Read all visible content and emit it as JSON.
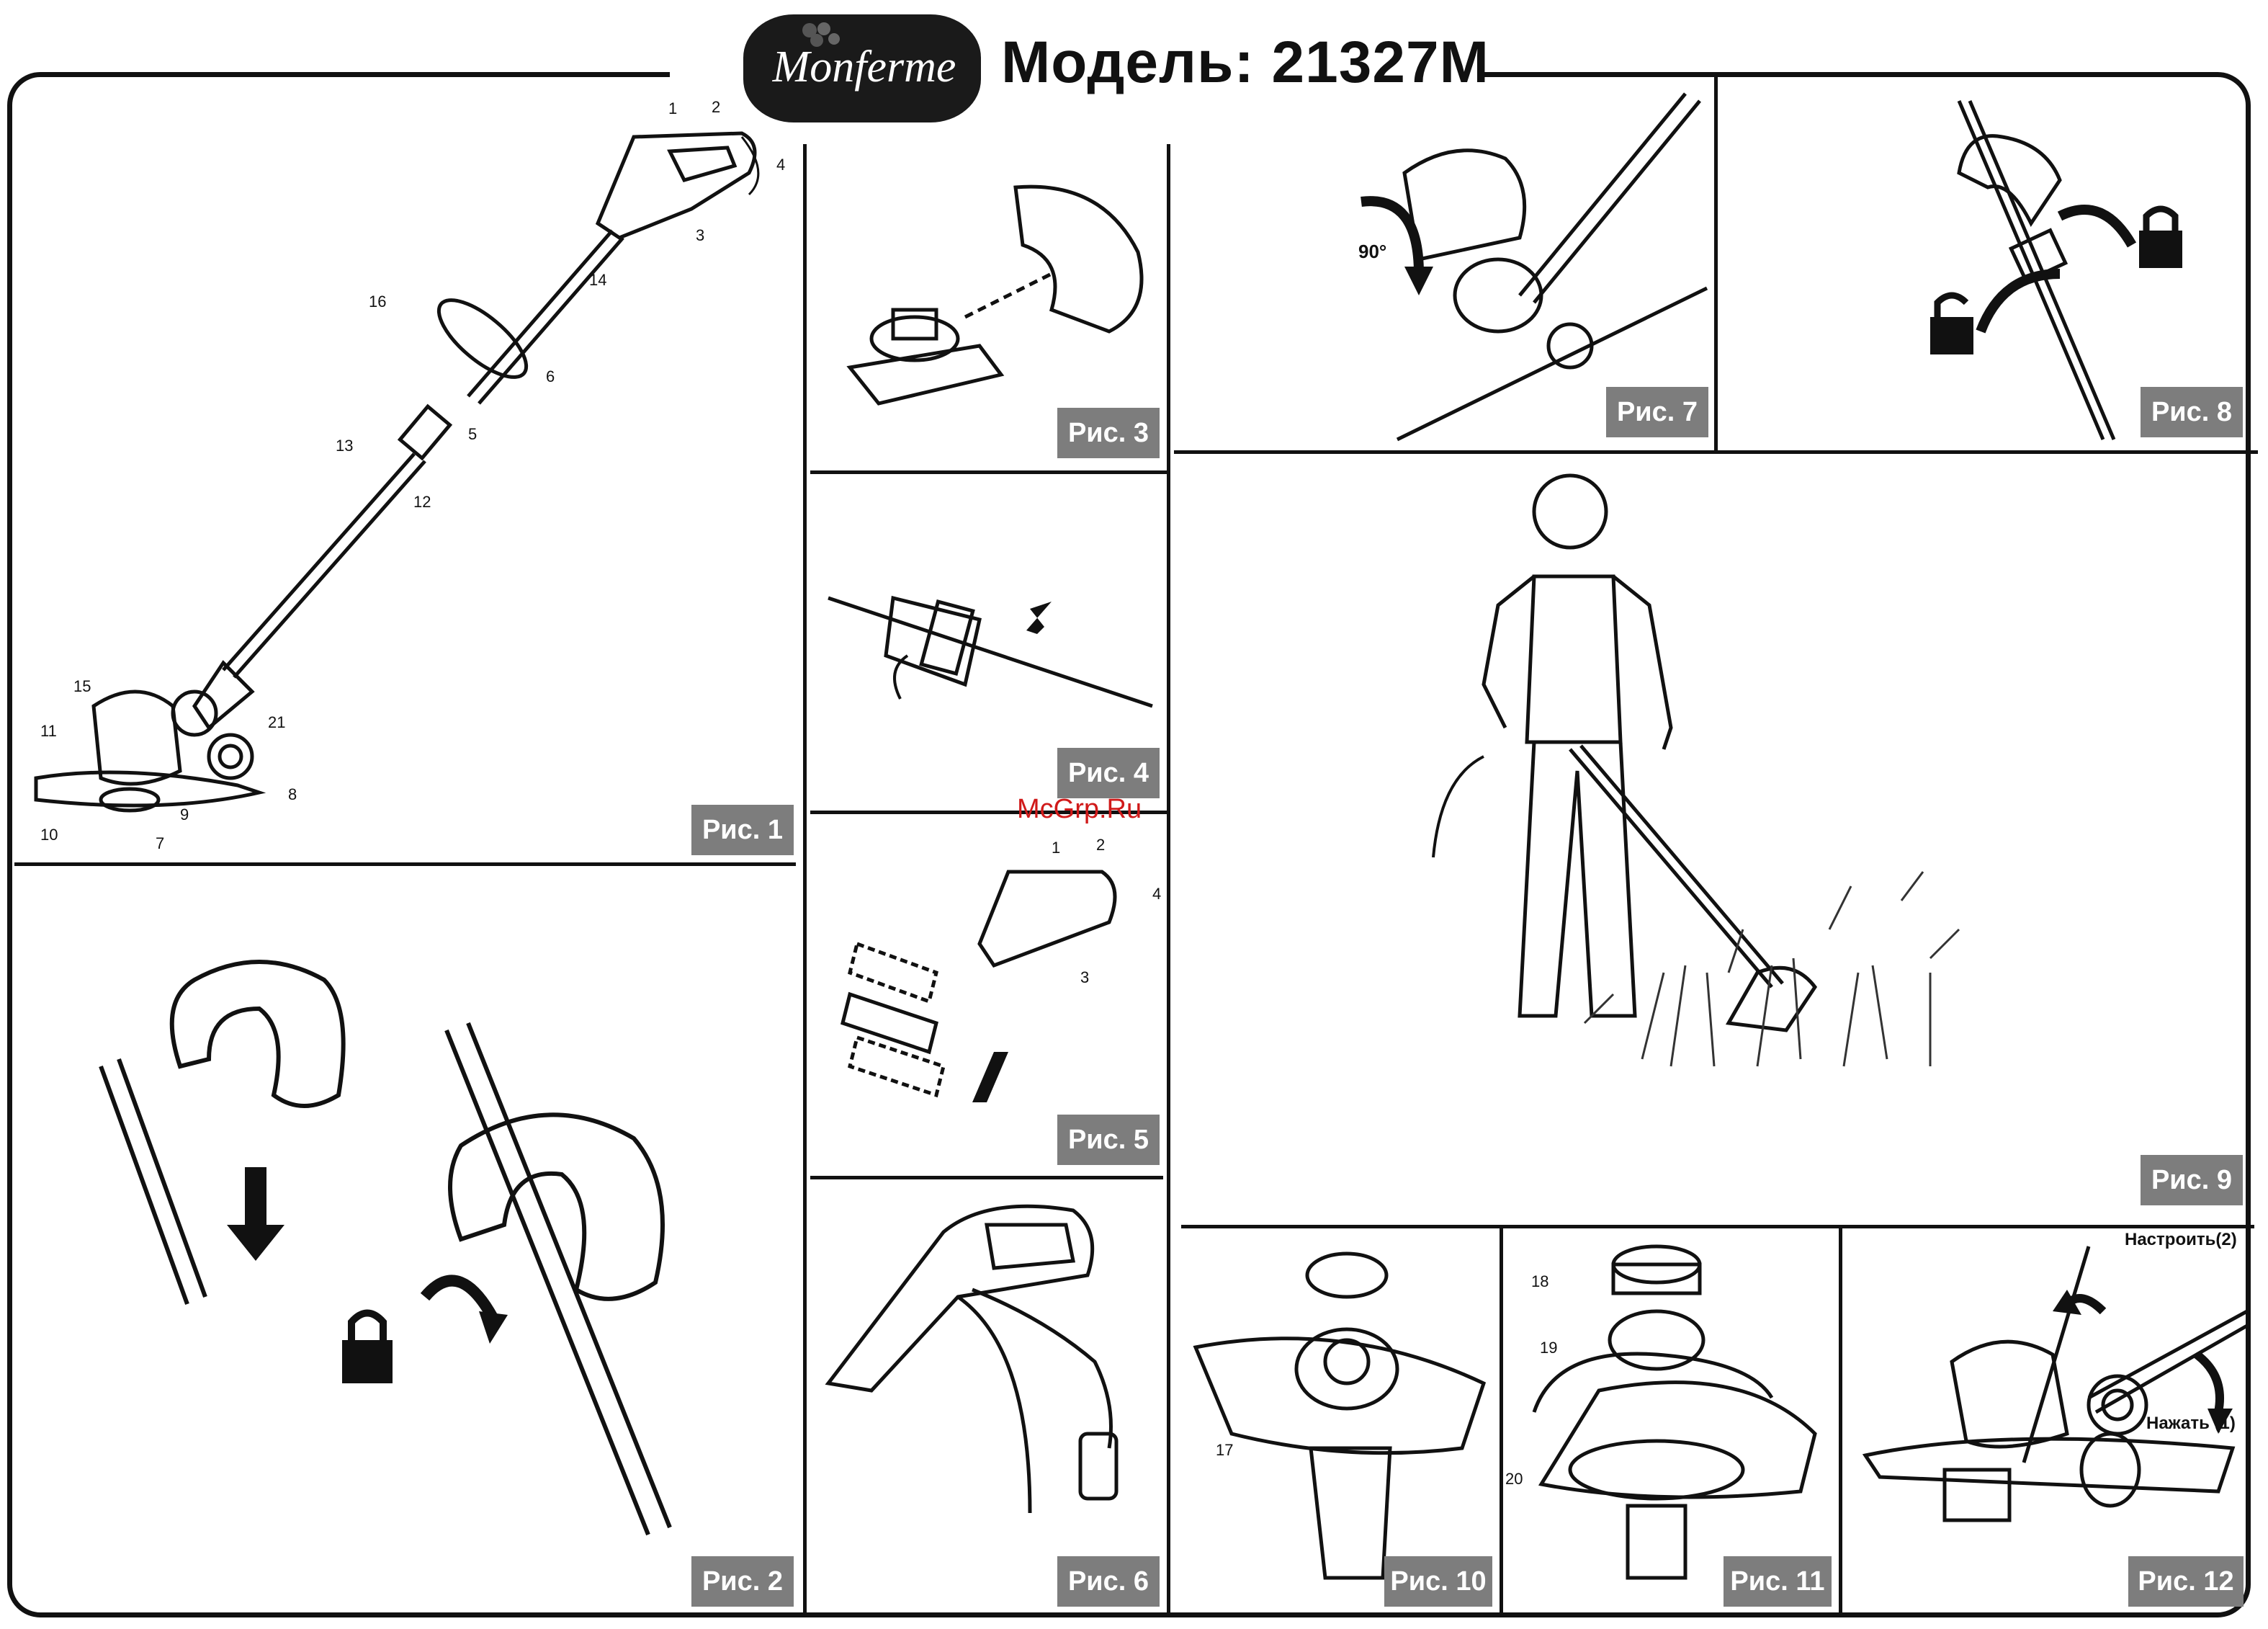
{
  "header": {
    "brand": "Monferme",
    "model_title": "Модель: 21327M"
  },
  "watermark": "McGrp.Ru",
  "figures": {
    "fig1": {
      "caption": "Рис. 1",
      "parts": [
        "1",
        "2",
        "3",
        "4",
        "5",
        "6",
        "7",
        "8",
        "9",
        "10",
        "11",
        "12",
        "13",
        "14",
        "15",
        "16",
        "21"
      ]
    },
    "fig2": {
      "caption": "Рис. 2"
    },
    "fig3": {
      "caption": "Рис. 3"
    },
    "fig4": {
      "caption": "Рис. 4"
    },
    "fig5": {
      "caption": "Рис. 5",
      "parts": [
        "1",
        "2",
        "3",
        "4"
      ]
    },
    "fig6": {
      "caption": "Рис. 6"
    },
    "fig7": {
      "caption": "Рис. 7",
      "angle": "90°"
    },
    "fig8": {
      "caption": "Рис. 8"
    },
    "fig9": {
      "caption": "Рис. 9"
    },
    "fig10": {
      "caption": "Рис. 10",
      "parts": [
        "17"
      ]
    },
    "fig11": {
      "caption": "Рис. 11",
      "parts": [
        "18",
        "19",
        "20"
      ]
    },
    "fig12": {
      "caption": "Рис. 12",
      "adjust_label": "Настроить(2)",
      "press_label": "Нажать (1)"
    }
  }
}
